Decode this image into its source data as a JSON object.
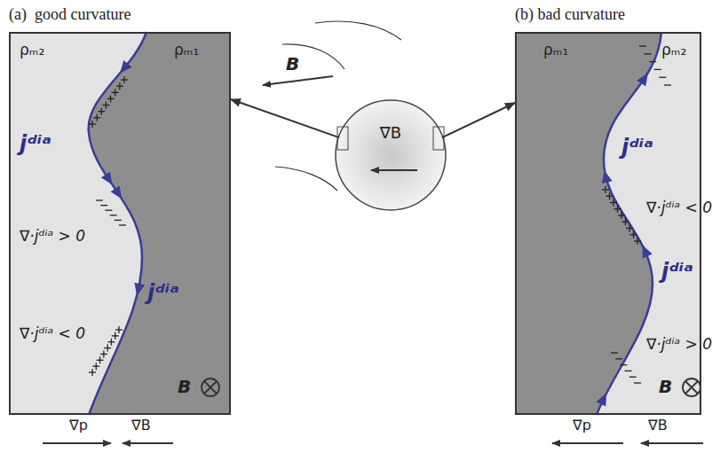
{
  "diagram": {
    "nodes": [
      {
        "text": [
          "(a)  good curvature"
        ]
      },
      {
        "text": [
          "∇B"
        ]
      },
      {
        "text": [
          "(b) bad curvature"
        ]
      }
    ],
    "edges": [
      {
        "from": 1,
        "to": 0,
        "arrow": "to"
      },
      {
        "from": 1,
        "to": 2,
        "arrow": "to"
      }
    ],
    "labels": [
      "B",
      "ρₘ₂",
      "ρₘ₁",
      "jᵈⁱᵃ",
      "∇·jᵈⁱᵃ > 0",
      "jᵈⁱᵃ",
      "∇·jᵈⁱᵃ < 0",
      "B",
      "∇p",
      "∇B",
      "ρₘ₁",
      "ρₘ₂",
      "jᵈⁱᵃ",
      "∇·jᵈⁱᵃ < 0",
      "jᵈⁱᵃ",
      "∇·jᵈⁱᵃ > 0",
      "B",
      "∇p",
      "∇B"
    ]
  }
}
